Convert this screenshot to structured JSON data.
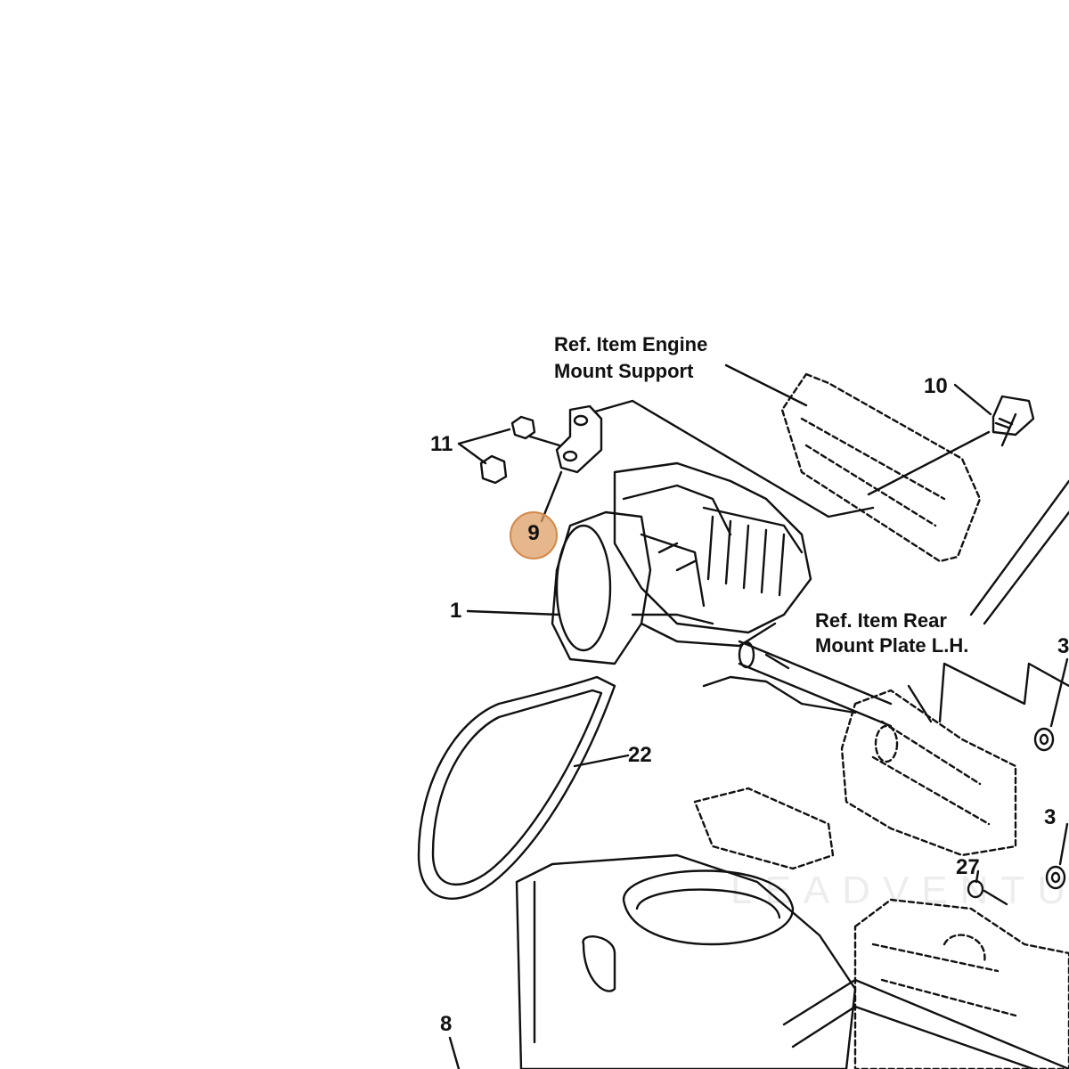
{
  "diagram": {
    "callouts": {
      "engine_mount_line1": "Ref. Item Engine",
      "engine_mount_line2": "Mount Support",
      "rear_mount_line1": "Ref. Item Rear",
      "rear_mount_line2": "Mount Plate L.H."
    },
    "part_numbers": {
      "p1": "1",
      "p3a": "3",
      "p3b": "3",
      "p8": "8",
      "p9": "9",
      "p10": "10",
      "p11": "11",
      "p22": "22",
      "p27": "27"
    },
    "highlighted_part": "9",
    "watermark": "LEADVENTU",
    "colors": {
      "line": "#111111",
      "highlight_fill": "#de9e66",
      "highlight_border": "#d3884a"
    }
  }
}
